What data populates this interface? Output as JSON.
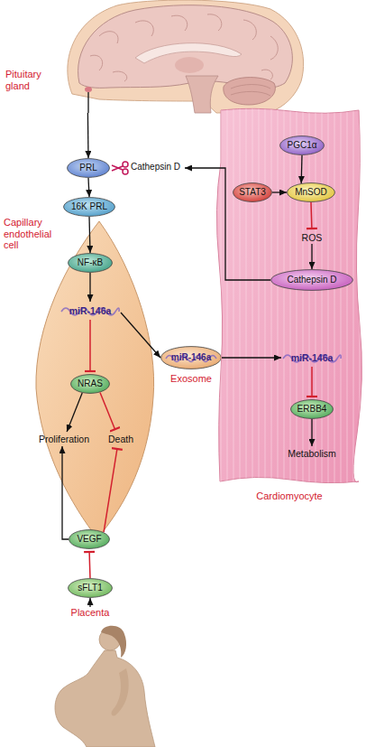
{
  "diagram": {
    "nodes": [
      {
        "text": [
          "Pituitary gland"
        ]
      },
      {
        "text": [
          "PRL"
        ]
      },
      {
        "text": [
          "Cathepsin D"
        ]
      },
      {
        "text": [
          "16K PRL"
        ]
      },
      {
        "text": [
          "Capillary endothelial cell"
        ]
      },
      {
        "text": [
          "NF-κB"
        ],
        "in": 4
      },
      {
        "text": [
          "miR-146a"
        ],
        "in": 4
      },
      {
        "text": [
          "NRAS"
        ],
        "in": 4
      },
      {
        "text": [
          "Proliferation"
        ],
        "in": 4
      },
      {
        "text": [
          "Death"
        ],
        "in": 4
      },
      {
        "text": [
          "miR-146a",
          "Exosome"
        ]
      },
      {
        "text": [
          "Cardiomyocyte"
        ]
      },
      {
        "text": [
          "PGC1α"
        ],
        "in": 11
      },
      {
        "text": [
          "STAT3"
        ],
        "in": 11
      },
      {
        "text": [
          "MnSOD"
        ],
        "in": 11
      },
      {
        "text": [
          "ROS"
        ],
        "in": 11
      },
      {
        "text": [
          "Cathepsin D"
        ],
        "in": 11
      },
      {
        "text": [
          "miR-146a"
        ],
        "in": 11
      },
      {
        "text": [
          "ERBB4"
        ],
        "in": 11
      },
      {
        "text": [
          "Metabolism"
        ],
        "in": 11
      },
      {
        "text": [
          "VEGF"
        ]
      },
      {
        "text": [
          "sFLT1"
        ]
      },
      {
        "text": [
          "Placenta"
        ]
      }
    ],
    "edges": [
      {
        "from": 0,
        "to": 1,
        "arrow": "to"
      },
      {
        "from": 1,
        "to": 3,
        "arrow": "to"
      },
      {
        "from": 16,
        "to": 2,
        "arrow": "to"
      },
      {
        "from": 3,
        "to": 5,
        "arrow": "to"
      },
      {
        "from": 5,
        "to": 6,
        "arrow": "to"
      },
      {
        "from": 6,
        "to": 7,
        "arrow": "to"
      },
      {
        "from": 6,
        "to": 10,
        "arrow": "to"
      },
      {
        "from": 10,
        "to": 17,
        "arrow": "to"
      },
      {
        "from": 7,
        "to": 8,
        "arrow": "to"
      },
      {
        "from": 7,
        "to": 9,
        "arrow": "to"
      },
      {
        "from": 20,
        "to": 8,
        "arrow": "to"
      },
      {
        "from": 20,
        "to": 9,
        "arrow": "to"
      },
      {
        "from": 21,
        "to": 20,
        "arrow": "to"
      },
      {
        "from": 22,
        "to": 21,
        "arrow": "to"
      },
      {
        "from": 12,
        "to": 14,
        "arrow": "to"
      },
      {
        "from": 13,
        "to": 14,
        "arrow": "to"
      },
      {
        "from": 14,
        "to": 15,
        "arrow": "to"
      },
      {
        "from": 15,
        "to": 16,
        "arrow": "to"
      },
      {
        "from": 17,
        "to": 18,
        "arrow": "to"
      },
      {
        "from": 18,
        "to": 19,
        "arrow": "to"
      }
    ]
  }
}
